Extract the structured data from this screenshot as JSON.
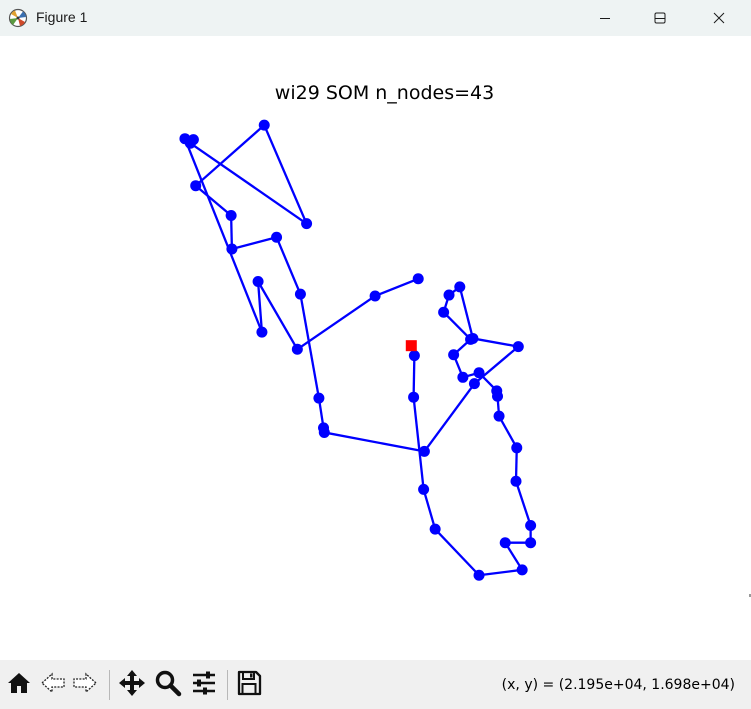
{
  "window": {
    "title": "Figure 1",
    "icon": "matplotlib-icon",
    "controls": [
      "minimize-icon",
      "maximize-icon",
      "close-icon"
    ]
  },
  "figure": {
    "title": "wi29 SOM n_nodes=43"
  },
  "chart_data": {
    "type": "line",
    "title": "wi29 SOM n_nodes=43",
    "xlabel": "",
    "ylabel": "",
    "axes_visible": false,
    "grid": false,
    "xlim": [
      0,
      565
    ],
    "ylim": [
      0,
      520
    ],
    "series": [
      {
        "color": "#0000ff",
        "closed": false,
        "marker": "circle",
        "points": [
          [
            320,
            256
          ],
          [
            319,
            210
          ],
          [
            332,
            108
          ],
          [
            347,
            64
          ],
          [
            404,
            13
          ],
          [
            460,
            19
          ],
          [
            438,
            49
          ],
          [
            471,
            49
          ],
          [
            471,
            68
          ],
          [
            452,
            117
          ],
          [
            453,
            154
          ],
          [
            430,
            189
          ],
          [
            428,
            211
          ],
          [
            427,
            217
          ],
          [
            404,
            237
          ],
          [
            383,
            232
          ],
          [
            371,
            257
          ],
          [
            393,
            274
          ],
          [
            358,
            304
          ],
          [
            365,
            323
          ],
          [
            379,
            332
          ],
          [
            396,
            275
          ],
          [
            455,
            266
          ],
          [
            398,
            225
          ],
          [
            333,
            150
          ],
          [
            203,
            171
          ],
          [
            202,
            176
          ],
          [
            196,
            209
          ],
          [
            172,
            324
          ],
          [
            141,
            387
          ],
          [
            83,
            374
          ],
          [
            82,
            411
          ],
          [
            36,
            444
          ],
          [
            125,
            511
          ],
          [
            180,
            402
          ],
          [
            29,
            491
          ],
          [
            33,
            495
          ],
          [
            22,
            496
          ],
          [
            122,
            282
          ],
          [
            117,
            338
          ],
          [
            168,
            263
          ],
          [
            269,
            322
          ],
          [
            325,
            341
          ]
        ]
      }
    ],
    "highlight": {
      "color": "#ff0000",
      "marker": "square",
      "point": [
        316,
        267
      ]
    }
  },
  "toolbar": {
    "items": [
      "home-icon",
      "back-icon",
      "forward-icon",
      "pan-icon",
      "zoom-icon",
      "configure-subplots-icon",
      "save-icon"
    ],
    "coords_text": "(x, y) = (2.195e+04, 1.698e+04)"
  }
}
